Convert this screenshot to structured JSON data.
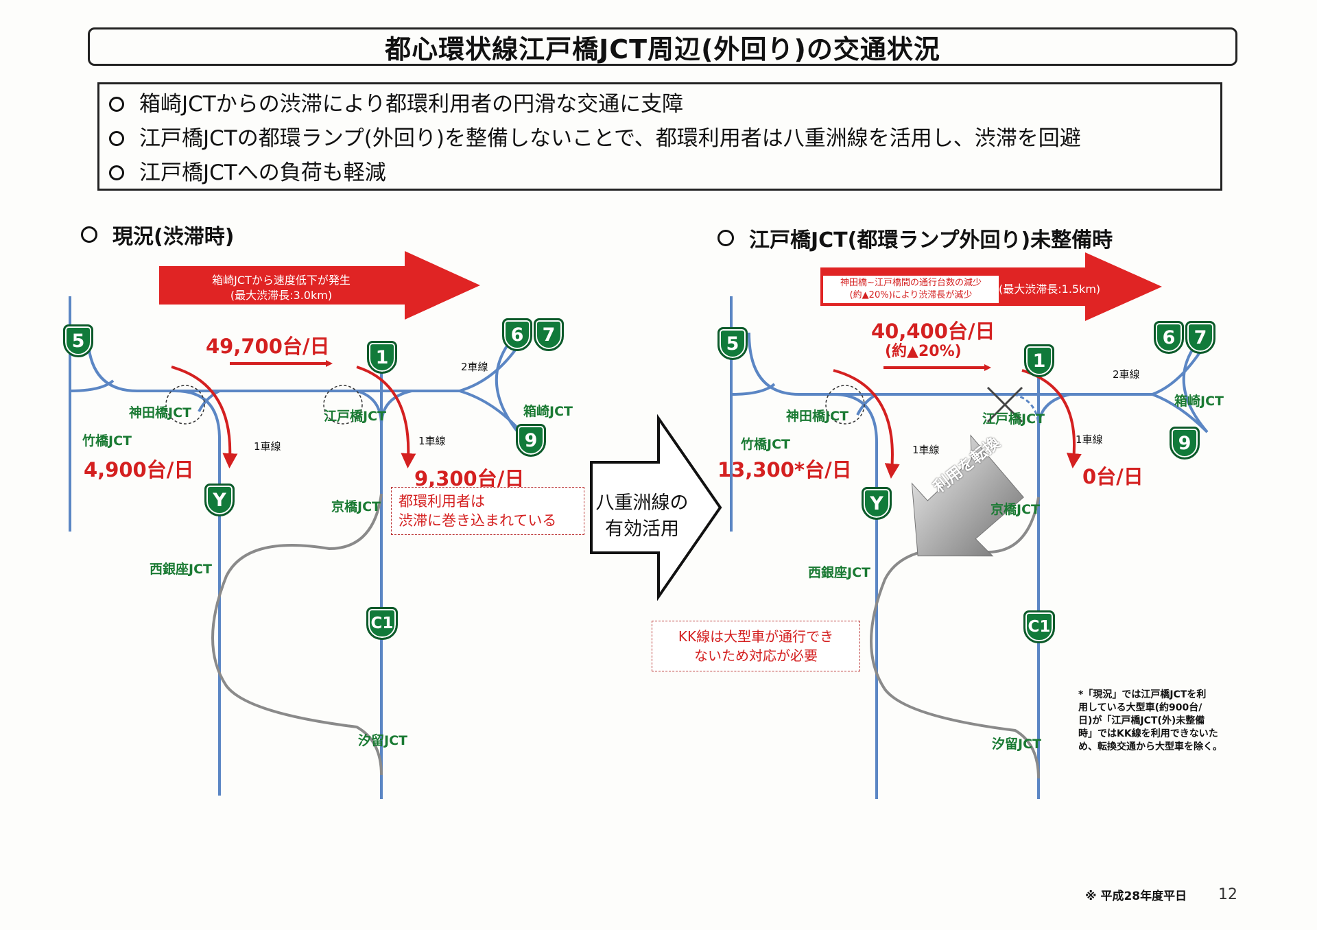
{
  "title": "都心環状線江戸橋JCT周辺(外回り)の交通状況",
  "bullets": [
    "箱崎JCTからの渋滞により都環利用者の円滑な交通に支障",
    "江戸橋JCTの都環ランプ(外回り)を整備しないことで、都環利用者は八重洲線を活用し、渋滞を回避",
    "江戸橋JCTへの負荷も軽減"
  ],
  "left": {
    "heading": "現況(渋滞時)",
    "banner": [
      "箱崎JCTから速度低下が発生",
      "(最大渋滞長:3.0km)"
    ],
    "main_volume": "49,700台/日",
    "kanda_volume": "4,900台/日",
    "edobashi_volume": "9,300台/日",
    "note": [
      "都環利用者は",
      "渋滞に巻き込まれている"
    ],
    "lanes": {
      "two": "2車線",
      "one_a": "1車線",
      "one_b": "1車線"
    },
    "jct": {
      "kanda": "神田橋JCT",
      "takebashi": "竹橋JCT",
      "edobashi": "江戸橋JCT",
      "hakozaki": "箱崎JCT",
      "kyobashi": "京橋JCT",
      "nishiginza": "西銀座JCT",
      "shiodome": "汐留JCT"
    }
  },
  "middle": {
    "arrow_text": [
      "八重洲線の",
      "有効活用"
    ]
  },
  "right": {
    "heading": "江戸橋JCT(都環ランプ外回り)未整備時",
    "banner_note": [
      "神田橋~江戸橋間の通行台数の減少",
      "(約▲20%)により渋滞長が減少"
    ],
    "banner_main": "(最大渋滞長:1.5km)",
    "main_volume": "40,400台/日",
    "main_change": "(約▲20%)",
    "kanda_volume": "13,300*台/日",
    "edobashi_volume": "0台/日",
    "divert": "利用を転換",
    "note": [
      "KK線は大型車が通行でき",
      "ないため対応が必要"
    ],
    "lanes": {
      "two": "2車線",
      "one_a": "1車線",
      "one_b": "1車線"
    },
    "jct": {
      "kanda": "神田橋JCT",
      "takebashi": "竹橋JCT",
      "edobashi": "江戸橋JCT",
      "hakozaki": "箱崎JCT",
      "kyobashi": "京橋JCT",
      "nishiginza": "西銀座JCT",
      "shiodome": "汐留JCT"
    }
  },
  "shields": {
    "r5": "5",
    "r1": "1",
    "r6": "6",
    "r7": "7",
    "r9": "9",
    "ry": "Y",
    "rc1": "C1"
  },
  "footnote": [
    "*「現況」では江戸橋JCTを利",
    "用している大型車(約900台/",
    "日)が「江戸橋JCT(外)未整備",
    "時」ではKK線を利用できないた",
    "め、転換交通から大型車を除く。"
  ],
  "source_note": "※ 平成28年度平日",
  "page_number": "12",
  "colors": {
    "road": "#5b86c4",
    "kk": "#8a8a8a",
    "red": "#d42020",
    "shield": "#117a3a"
  }
}
